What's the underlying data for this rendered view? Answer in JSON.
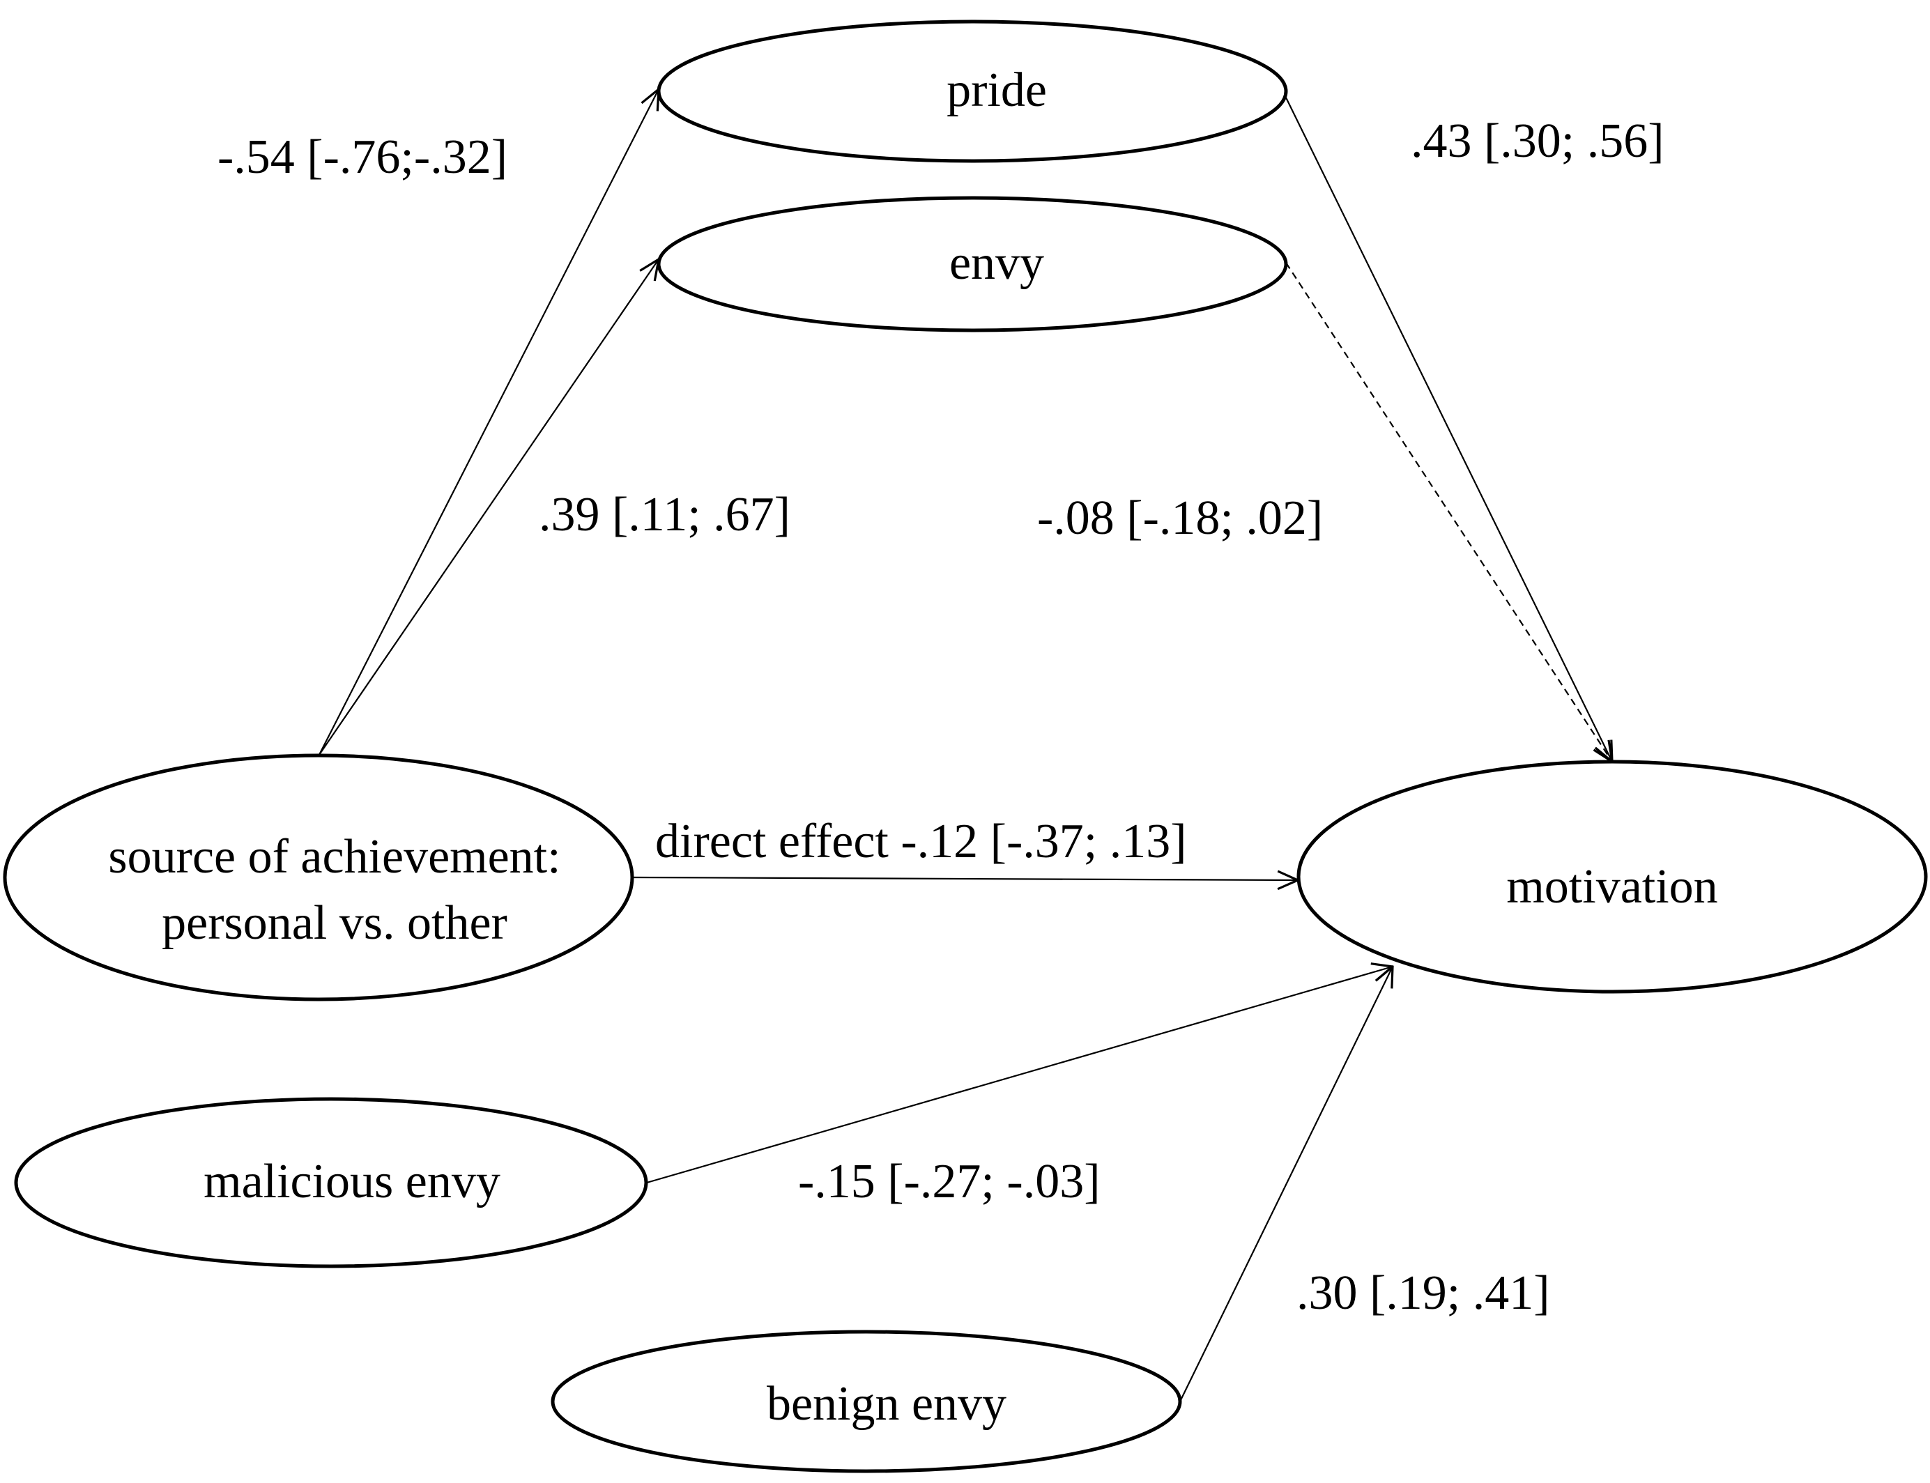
{
  "nodes": {
    "pride": "pride",
    "envy": "envy",
    "source_line1": "source of achievement:",
    "source_line2": "personal vs. other",
    "motivation": "motivation",
    "malicious": "malicious envy",
    "benign": "benign envy"
  },
  "paths": {
    "source_to_pride": "-.54 [-.76;-.32]",
    "source_to_envy": ".39 [.11; .67]",
    "pride_to_motivation": ".43 [.30; .56]",
    "envy_to_motivation": "-.08 [-.18; .02]",
    "direct_effect": "direct effect -.12 [-.37; .13]",
    "malicious_to_motivation": "-.15 [-.27; -.03]",
    "benign_to_motivation": ".30 [.19; .41]"
  }
}
